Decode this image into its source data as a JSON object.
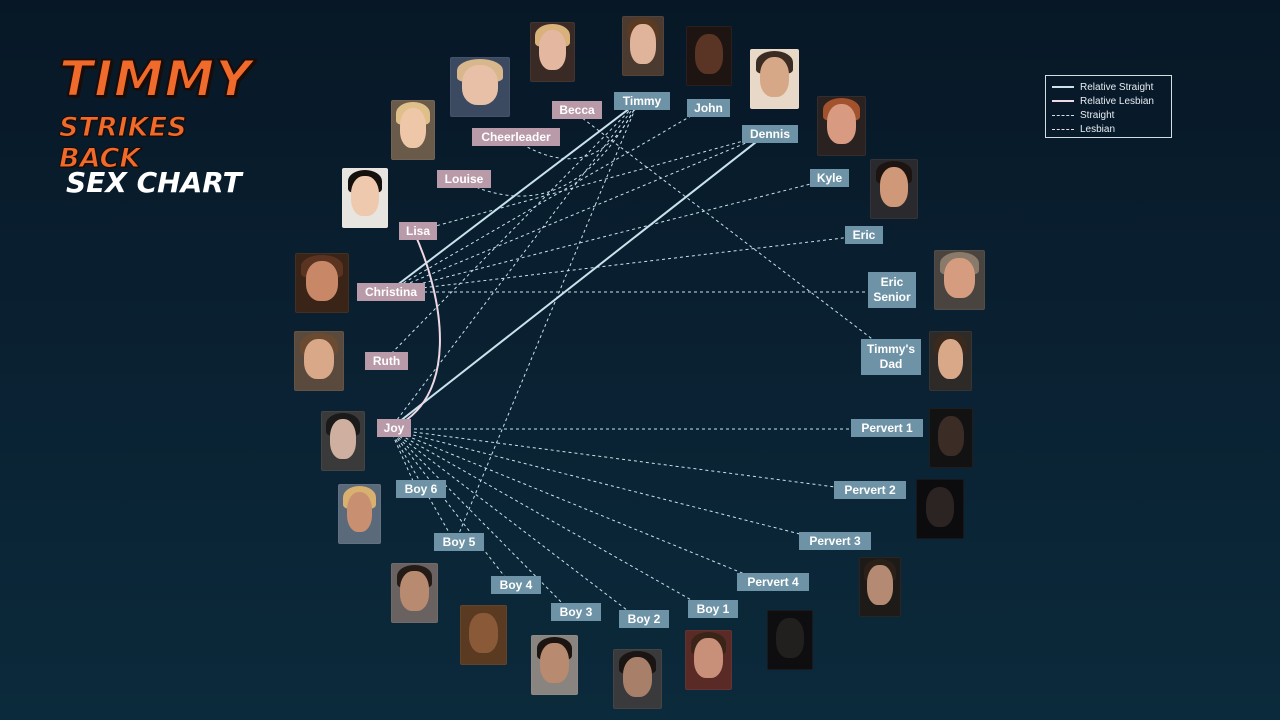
{
  "logo": {
    "title": "TIMMY",
    "subtitle": "STRIKES BACK"
  },
  "chart_title": "SEX CHART",
  "legend": [
    {
      "label": "Relative Straight",
      "style": "solid",
      "color": "#c9e3ec"
    },
    {
      "label": "Relative Lesbian",
      "style": "solid",
      "color": "#f0d8e4"
    },
    {
      "label": "Straight",
      "style": "dashed",
      "color": "#c9e3ec"
    },
    {
      "label": "Lesbian",
      "style": "dashed",
      "color": "#f0d8e4"
    }
  ],
  "colors": {
    "female_tag": "#b89aa8",
    "male_tag": "#6e93a6",
    "straight_line": "#c9e3ec",
    "lesbian_line": "#f0d8e4"
  },
  "characters": {
    "timmy": "Timmy",
    "john": "John",
    "dennis": "Dennis",
    "kyle": "Kyle",
    "eric": "Eric",
    "eric_senior": "Eric\nSenior",
    "timmys_dad": "Timmy's\nDad",
    "pervert1": "Pervert 1",
    "pervert2": "Pervert 2",
    "pervert3": "Pervert 3",
    "pervert4": "Pervert 4",
    "boy1": "Boy 1",
    "boy2": "Boy 2",
    "boy3": "Boy 3",
    "boy4": "Boy 4",
    "boy5": "Boy 5",
    "boy6": "Boy 6",
    "becca": "Becca",
    "cheerleader": "Cheerleader",
    "louise": "Louise",
    "lisa": "Lisa",
    "christina": "Christina",
    "ruth": "Ruth",
    "joy": "Joy"
  },
  "relationships": [
    {
      "from": "christina",
      "to": "timmy",
      "type": "relative_straight"
    },
    {
      "from": "joy",
      "to": "dennis",
      "type": "relative_straight"
    },
    {
      "from": "joy",
      "to": "lisa",
      "type": "relative_lesbian"
    },
    {
      "from": "becca",
      "to": "timmys_dad",
      "type": "straight"
    },
    {
      "from": "cheerleader",
      "to": "timmy",
      "type": "straight"
    },
    {
      "from": "louise",
      "to": "timmy",
      "type": "straight"
    },
    {
      "from": "lisa",
      "to": "dennis",
      "type": "straight"
    },
    {
      "from": "christina",
      "to": "john",
      "type": "straight"
    },
    {
      "from": "christina",
      "to": "dennis",
      "type": "straight"
    },
    {
      "from": "christina",
      "to": "kyle",
      "type": "straight"
    },
    {
      "from": "christina",
      "to": "eric",
      "type": "straight"
    },
    {
      "from": "christina",
      "to": "eric_senior",
      "type": "straight"
    },
    {
      "from": "ruth",
      "to": "timmy",
      "type": "straight"
    },
    {
      "from": "joy",
      "to": "timmy",
      "type": "straight"
    },
    {
      "from": "joy",
      "to": "pervert1",
      "type": "straight"
    },
    {
      "from": "joy",
      "to": "pervert2",
      "type": "straight"
    },
    {
      "from": "joy",
      "to": "pervert3",
      "type": "straight"
    },
    {
      "from": "joy",
      "to": "pervert4",
      "type": "straight"
    },
    {
      "from": "joy",
      "to": "boy1",
      "type": "straight"
    },
    {
      "from": "joy",
      "to": "boy2",
      "type": "straight"
    },
    {
      "from": "joy",
      "to": "boy3",
      "type": "straight"
    },
    {
      "from": "joy",
      "to": "boy4",
      "type": "straight"
    },
    {
      "from": "joy",
      "to": "boy5",
      "type": "straight"
    },
    {
      "from": "joy",
      "to": "boy6",
      "type": "straight"
    },
    {
      "from": "boy5",
      "to": "timmy",
      "type": "straight"
    }
  ]
}
